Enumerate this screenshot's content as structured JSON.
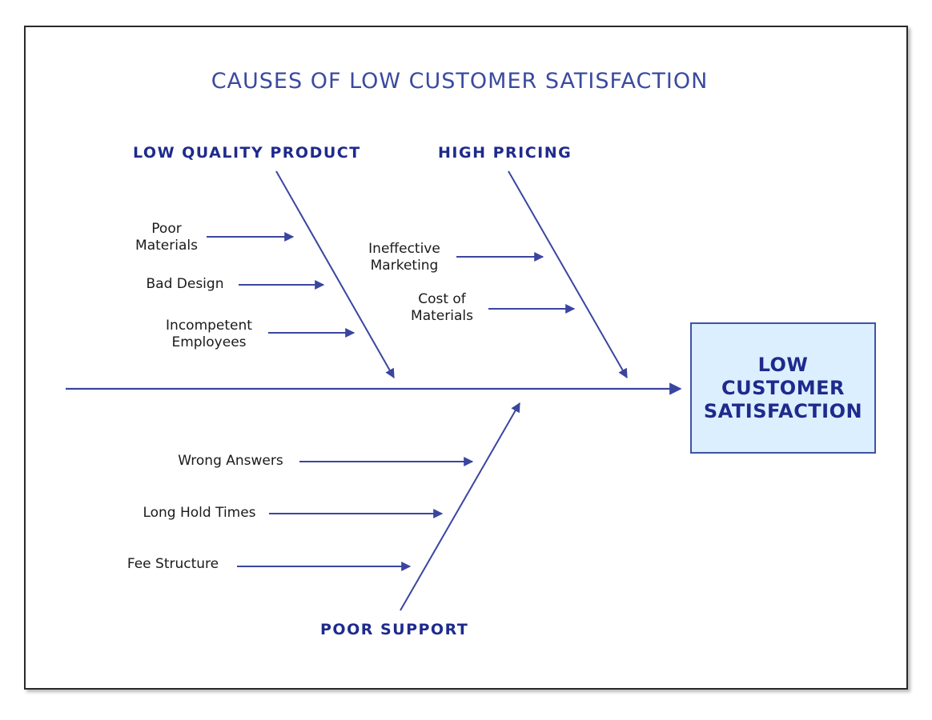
{
  "diagram": {
    "title": "CAUSES OF LOW CUSTOMER SATISFACTION",
    "effect": {
      "lines": [
        "LOW",
        "CUSTOMER",
        "SATISFACTION"
      ]
    },
    "categories": {
      "low_quality_product": {
        "label": "LOW QUALITY PRODUCT",
        "causes": [
          {
            "lines": [
              "Poor",
              "Materials"
            ]
          },
          {
            "lines": [
              "Bad Design"
            ]
          },
          {
            "lines": [
              "Incompetent",
              "Employees"
            ]
          }
        ]
      },
      "high_pricing": {
        "label": "HIGH PRICING",
        "causes": [
          {
            "lines": [
              "Ineffective",
              "Marketing"
            ]
          },
          {
            "lines": [
              "Cost of",
              "Materials"
            ]
          }
        ]
      },
      "poor_support": {
        "label": "POOR SUPPORT",
        "causes": [
          {
            "lines": [
              "Wrong Answers"
            ]
          },
          {
            "lines": [
              "Long Hold Times"
            ]
          },
          {
            "lines": [
              "Fee Structure"
            ]
          }
        ]
      }
    },
    "colors": {
      "line": "#3a45a0",
      "title": "#3a4aa0",
      "category": "#1e2a8c",
      "effect_fill": "#dcefff",
      "effect_border": "#3f52a8"
    }
  }
}
